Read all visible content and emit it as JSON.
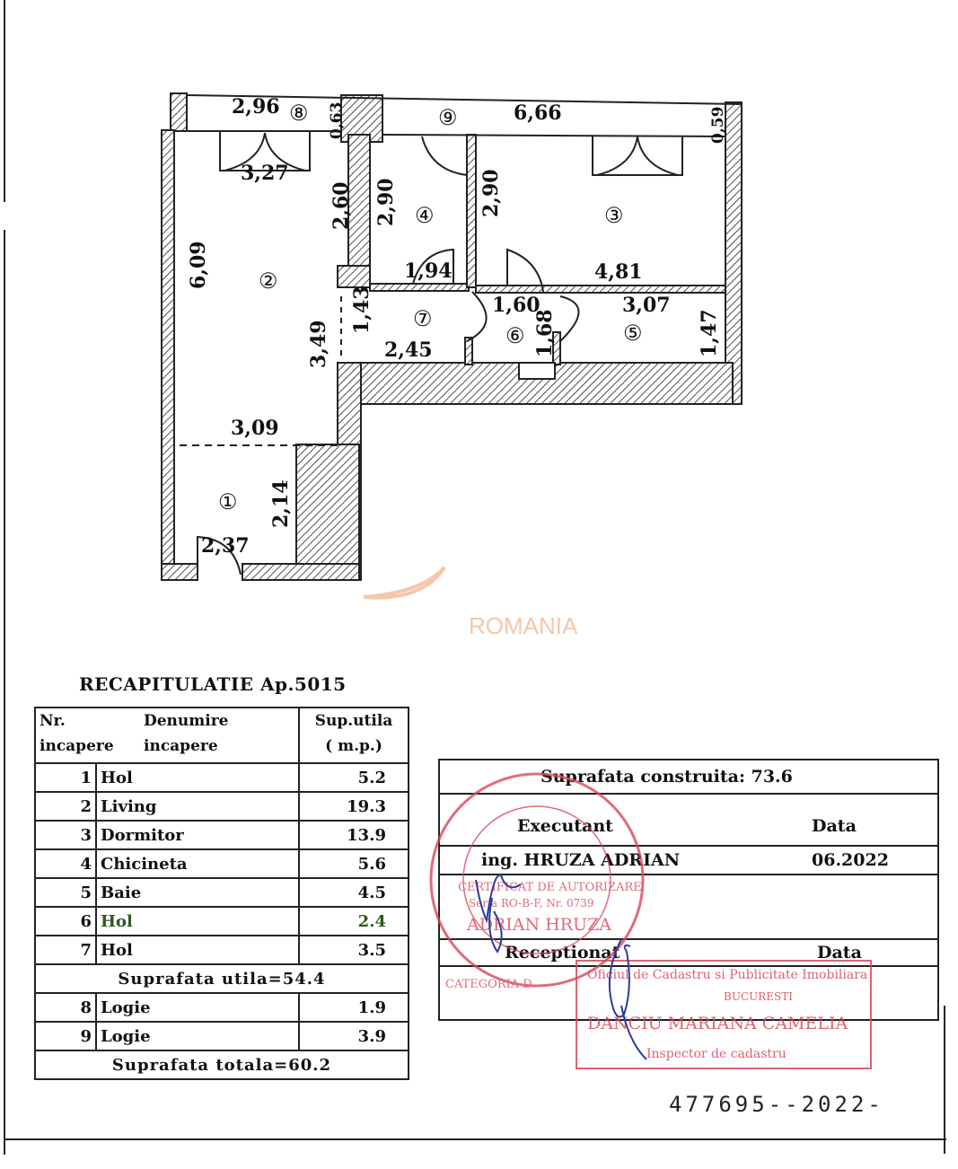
{
  "floor_plan": {
    "dimensions": [
      "2,96",
      "0,63",
      "6,66",
      "0,59",
      "3,27",
      "2,60",
      "2,90",
      "2,90",
      "6,09",
      "1,94",
      "4,81",
      "1,60",
      "3,07",
      "1,43",
      "2,45",
      "1,68",
      "1,47",
      "3,49",
      "3,09",
      "2,14",
      "2,37"
    ],
    "room_numbers": [
      "①",
      "②",
      "③",
      "④",
      "⑤",
      "⑥",
      "⑦",
      "⑧",
      "⑨"
    ]
  },
  "watermark": "ROMANIA",
  "recap": {
    "title": "RECAPITULATIE Ap.5015",
    "headers": {
      "nr": [
        "Nr.",
        "incapere"
      ],
      "name": [
        "Denumire",
        "incapere"
      ],
      "area": [
        "Sup.utila",
        "( m.p.)"
      ]
    },
    "rooms": [
      {
        "nr": "1",
        "name": "Hol",
        "area": "5.2"
      },
      {
        "nr": "2",
        "name": "Living",
        "area": "19.3"
      },
      {
        "nr": "3",
        "name": "Dormitor",
        "area": "13.9"
      },
      {
        "nr": "4",
        "name": "Chicineta",
        "area": "5.6"
      },
      {
        "nr": "5",
        "name": "Baie",
        "area": "4.5"
      },
      {
        "nr": "6",
        "name": "Hol",
        "area": "2.4"
      },
      {
        "nr": "7",
        "name": "Hol",
        "area": "3.5"
      }
    ],
    "useful_total": "Suprafata utila=54.4",
    "loggias": [
      {
        "nr": "8",
        "name": "Logie",
        "area": "1.9"
      },
      {
        "nr": "9",
        "name": "Logie",
        "area": "3.9"
      }
    ],
    "grand_total": "Suprafata totala=60.2"
  },
  "reception": {
    "built_area": "Suprafata construita: 73.6",
    "executant_label": "Executant",
    "data_label": "Data",
    "executant_name": "ing. HRUZA ADRIAN",
    "executant_date": "06.2022",
    "receptionat_label": "Receptionat",
    "data_label2": "Data"
  },
  "stamps": {
    "round": [
      "CERTIFICAT DE AUTORIZARE",
      "Seria RO-B-F, Nr. 0739",
      "ADRIAN HRUZA",
      "CATEGORIA D"
    ],
    "office": [
      "Oficiul de Cadastru si Publicitate Imobiliara",
      "BUCURESTI",
      "DANCIU MARIANA CAMELIA",
      "Inspector de cadastru"
    ]
  },
  "footer_number": "477695--2022-",
  "colors": {
    "stamp_red": "#d9475a",
    "signature_blue": "#2a3c9a",
    "watermark": "#f5c7a8"
  }
}
